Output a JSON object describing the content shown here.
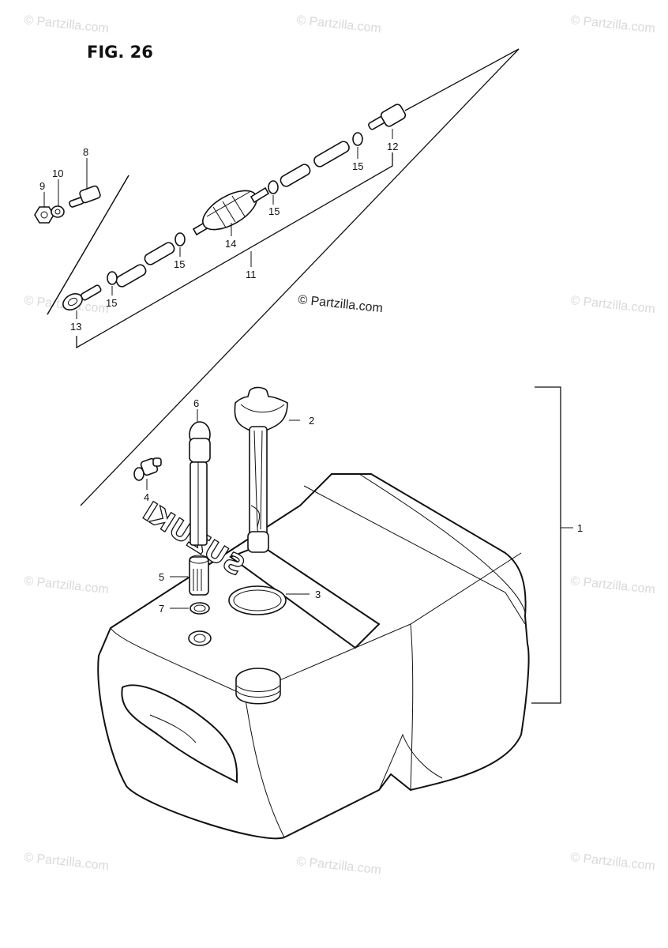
{
  "figure": {
    "title": "FIG. 26"
  },
  "watermark": {
    "text": "© Partzilla.com"
  },
  "tank_emboss": "SUZUKI",
  "callouts": {
    "p1": "1",
    "p2": "2",
    "p3": "3",
    "p4": "4",
    "p5": "5",
    "p6": "6",
    "p7": "7",
    "p8": "8",
    "p9": "9",
    "p10": "10",
    "p11": "11",
    "p12": "12",
    "p13": "13",
    "p14": "14",
    "p15a": "15",
    "p15b": "15",
    "p15c": "15",
    "p15d": "15"
  },
  "icons": [
    "fuel-tank",
    "fuel-gauge",
    "fuel-hose",
    "primer-bulb",
    "hose-clip",
    "connector",
    "o-ring",
    "nut",
    "washer"
  ]
}
